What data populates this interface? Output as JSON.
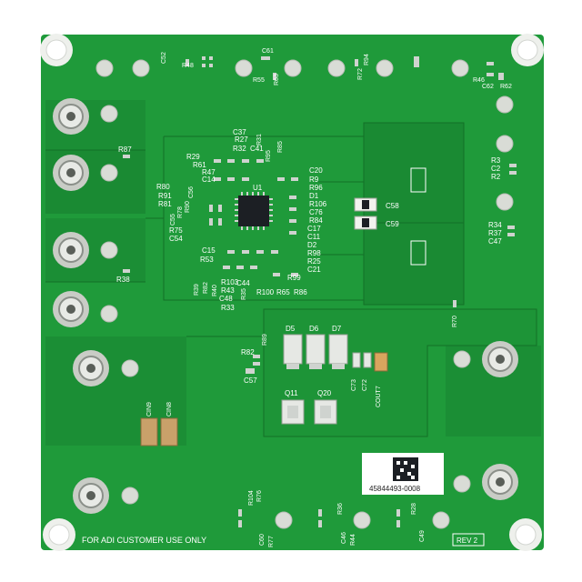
{
  "board": {
    "colors": {
      "background": "#ffffff",
      "pcb": "#1f9a3a",
      "pcb_dark": "#157a2c",
      "pcb_light": "#2fae4a",
      "silk": "#ffffff",
      "pad": "#d9dcd6",
      "chip": "#1c1f24"
    },
    "footer_text": "FOR ADI CUSTOMER USE ONLY",
    "revision": "REV 2",
    "serial": "45844493-0008",
    "chip_label": "U1",
    "cin_labels": [
      "CIN9",
      "CIN8"
    ],
    "cout_label": "COUT7",
    "diode_labels": [
      "D5",
      "D6",
      "D7"
    ],
    "fet_labels": [
      "Q11",
      "Q20"
    ],
    "cap_labels": [
      "C58",
      "C59",
      "C72",
      "C73"
    ],
    "refdes": {
      "top": [
        "C52",
        "R48",
        "C61",
        "R55",
        "R63",
        "R72",
        "R94",
        "R46",
        "C62",
        "R62"
      ],
      "left": [
        "R87",
        "R38",
        "R80",
        "R91",
        "R81",
        "R29",
        "R61",
        "R47",
        "C14",
        "C55",
        "R78",
        "R90",
        "C56",
        "R75",
        "C54",
        "C15",
        "R53",
        "R39",
        "R82",
        "R43",
        "R40",
        "C48",
        "R33"
      ],
      "center": [
        "C37",
        "R27",
        "R31",
        "R32",
        "C41",
        "R95",
        "R85",
        "C20",
        "R9",
        "R96",
        "D1",
        "R106",
        "C76",
        "R84",
        "C17",
        "C11",
        "D2",
        "R98",
        "R25",
        "C21",
        "C44",
        "R103",
        "R99",
        "R35",
        "R100",
        "R65",
        "R86"
      ],
      "right": [
        "R3",
        "C2",
        "R2",
        "R34",
        "R37",
        "C47",
        "R70"
      ],
      "lower": [
        "R82",
        "R89",
        "C57",
        "R104",
        "R76",
        "C60",
        "R77",
        "R36",
        "C46",
        "R44",
        "R28",
        "C49"
      ]
    }
  }
}
